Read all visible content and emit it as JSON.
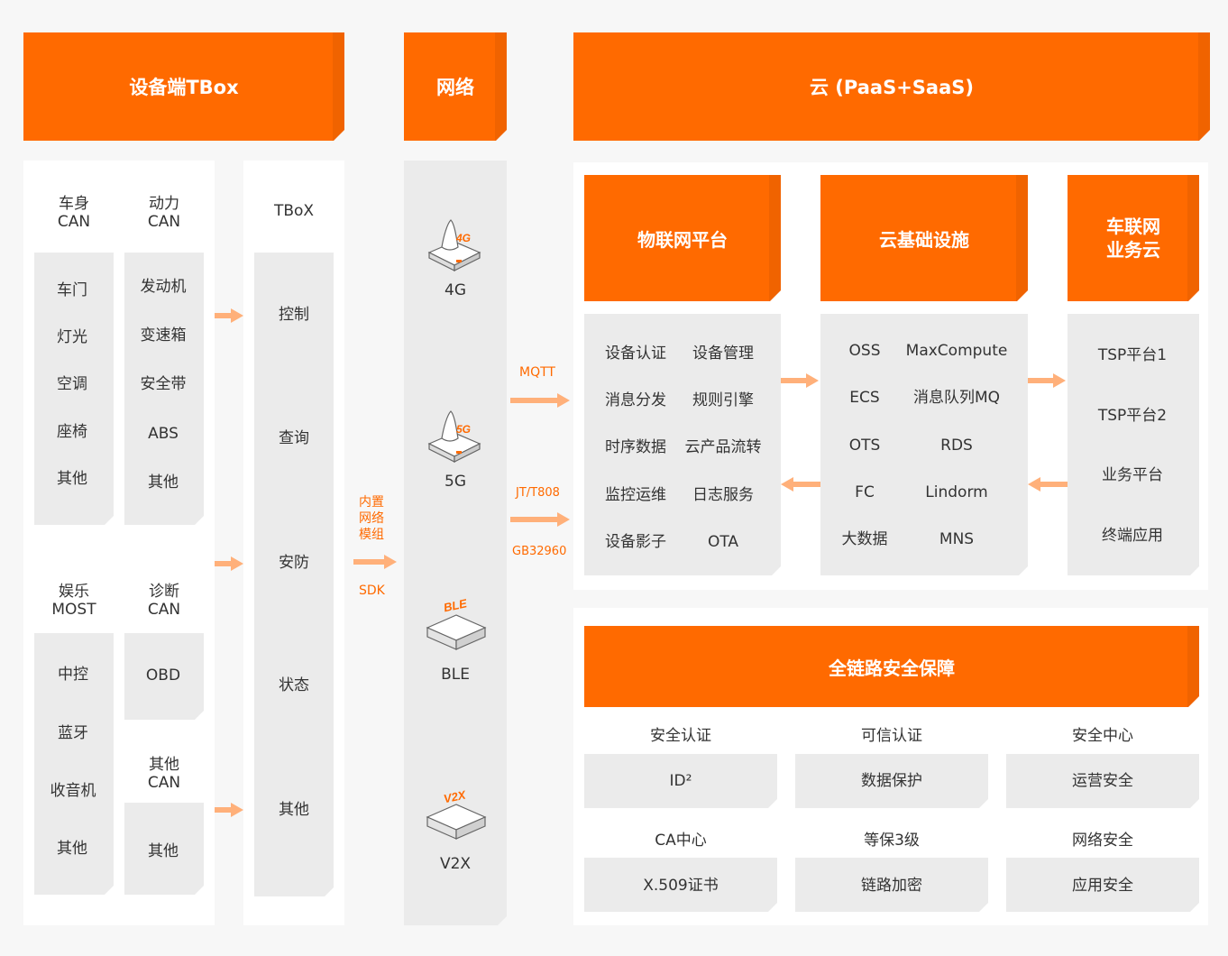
{
  "headers": {
    "device": "设备端TBox",
    "network": "网络",
    "cloud": "云 (PaaS+SaaS)"
  },
  "device": {
    "body_can": "车身\nCAN",
    "body_can_items": [
      "车门",
      "灯光",
      "空调",
      "座椅",
      "其他"
    ],
    "power_can": "动力\nCAN",
    "power_can_items": [
      "发动机",
      "变速箱",
      "安全带",
      "ABS",
      "其他"
    ],
    "media_most": "娱乐\nMOST",
    "media_items": [
      "中控",
      "蓝牙",
      "收音机",
      "其他"
    ],
    "diag_can": "诊断\nCAN",
    "diag_items": [
      "OBD"
    ],
    "other_can": "其他\nCAN",
    "other_items": [
      "其他"
    ]
  },
  "tbox": {
    "title": "TBoX",
    "items": [
      "控制",
      "查询",
      "安防",
      "状态",
      "其他"
    ]
  },
  "module_label": "内置\n网络\n模组",
  "sdk_label": "SDK",
  "network": {
    "items": [
      {
        "label": "4G",
        "icon": "antenna-4g-icon",
        "badge": "4G"
      },
      {
        "label": "5G",
        "icon": "antenna-5g-icon",
        "badge": "5G"
      },
      {
        "label": "BLE",
        "icon": "ble-box-icon",
        "badge": "BLE"
      },
      {
        "label": "V2X",
        "icon": "v2x-box-icon",
        "badge": "V2X"
      }
    ]
  },
  "protocols": {
    "mqtt": "MQTT",
    "jt808": "JT/T808",
    "gb": "GB32960"
  },
  "cloud": {
    "iot_platform": {
      "title": "物联网平台",
      "items": [
        "设备认证",
        "设备管理",
        "消息分发",
        "规则引擎",
        "时序数据",
        "云产品流转",
        "监控运维",
        "日志服务",
        "设备影子",
        "OTA"
      ]
    },
    "infra": {
      "title": "云基础设施",
      "items": [
        "OSS",
        "MaxCompute",
        "ECS",
        "消息队列MQ",
        "OTS",
        "RDS",
        "FC",
        "Lindorm",
        "大数据",
        "MNS"
      ]
    },
    "iov": {
      "title": "车联网\n业务云",
      "items": [
        "TSP平台1",
        "TSP平台2",
        "业务平台",
        "终端应用"
      ]
    }
  },
  "security": {
    "title": "全链路安全保障",
    "columns": [
      {
        "label1": "安全认证",
        "box1": "ID²",
        "label2": "CA中心",
        "box2": "X.509证书"
      },
      {
        "label1": "可信认证",
        "box1": "数据保护",
        "label2": "等保3级",
        "box2": "链路加密"
      },
      {
        "label1": "安全中心",
        "box1": "运营安全",
        "label2": "网络安全",
        "box2": "应用安全"
      }
    ]
  },
  "colors": {
    "accent": "#ff6a00",
    "arrow": "#ffb07a",
    "panel": "#ffffff",
    "gray_box": "#ebebeb",
    "background": "#f7f7f7"
  }
}
